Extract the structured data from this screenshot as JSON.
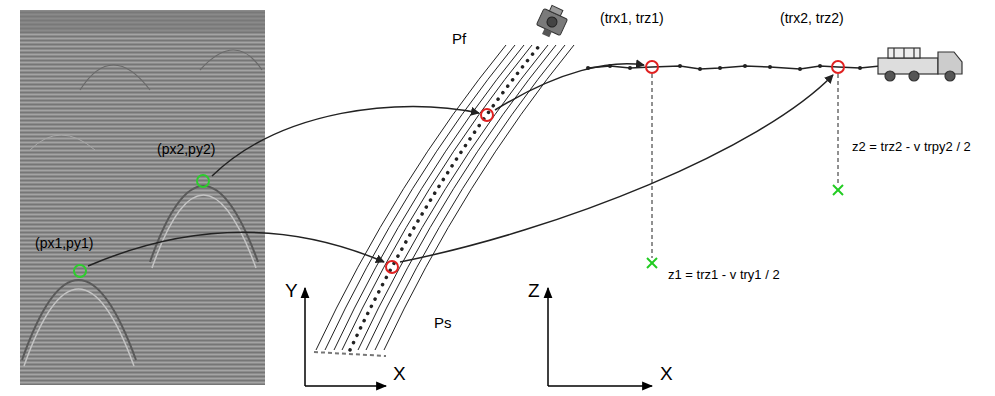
{
  "diagram": {
    "labels": [
      "(px2,py2)",
      "(px1,py1)",
      "Pf",
      "Ps",
      "(trx1, trz1)",
      "(trx2, trz2)",
      "z2 = trz2 - v trpy2 / 2",
      "z1 = trz1 - v try1 / 2",
      "Y",
      "X",
      "Z",
      "X"
    ]
  }
}
